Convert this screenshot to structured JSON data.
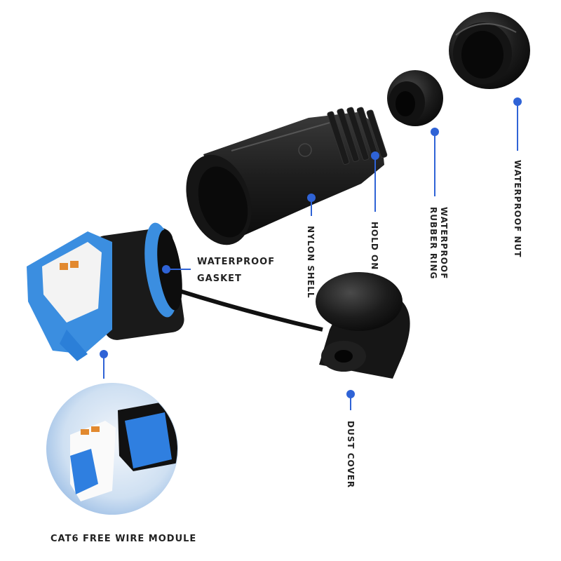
{
  "labels": {
    "waterproof_nut": "WATERPROOF NUT",
    "rubber_ring_line1": "WATERPROOF",
    "rubber_ring_line2": "RUBBER RING",
    "hold_on": "HOLD ON",
    "nylon_shell": "NYLON SHELL",
    "gasket_line1": "WATERPROOF",
    "gasket_line2": "GASKET",
    "dust_cover": "DUST COVER",
    "cat6_module": "CAT6 FREE WIRE MODULE"
  },
  "colors": {
    "callout_blue": "#2f63d6",
    "part_black": "#1b1b1b",
    "module_blue": "#2f8ce0",
    "inset_circle": "#d6e6f6"
  }
}
